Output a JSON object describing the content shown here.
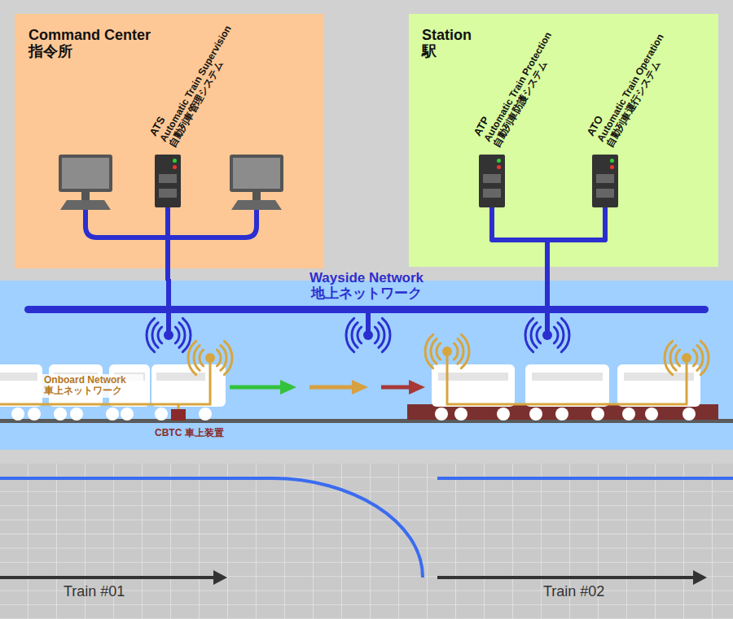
{
  "diagram": {
    "nodes": [
      {
        "text": [
          "Command Center 指令所"
        ]
      },
      {
        "text": [
          "ATS",
          "Automatic Train Supervision 自動列車管理システム"
        ],
        "in": 0
      },
      {
        "text": [
          "Station 駅"
        ]
      },
      {
        "text": [
          "ATP",
          "Automatic Train Protection 自動列車防護システム"
        ],
        "in": 2
      },
      {
        "text": [
          "ATO",
          "Automatic Train Operation 自動列車運行システム"
        ],
        "in": 2
      },
      {
        "text": [
          "Wayside Network 地上ネットワーク"
        ]
      },
      {
        "text": [
          "Onboard Network 車上ネットワーク"
        ],
        "in": 5
      }
    ],
    "edges": [
      {
        "from": 1,
        "to": 5,
        "arrow": "none"
      },
      {
        "from": 3,
        "to": 5,
        "arrow": "none"
      },
      {
        "from": 4,
        "to": 5,
        "arrow": "none"
      }
    ],
    "labels": [
      "CBTC 車上装置",
      "Train #01",
      "Train #02"
    ]
  }
}
